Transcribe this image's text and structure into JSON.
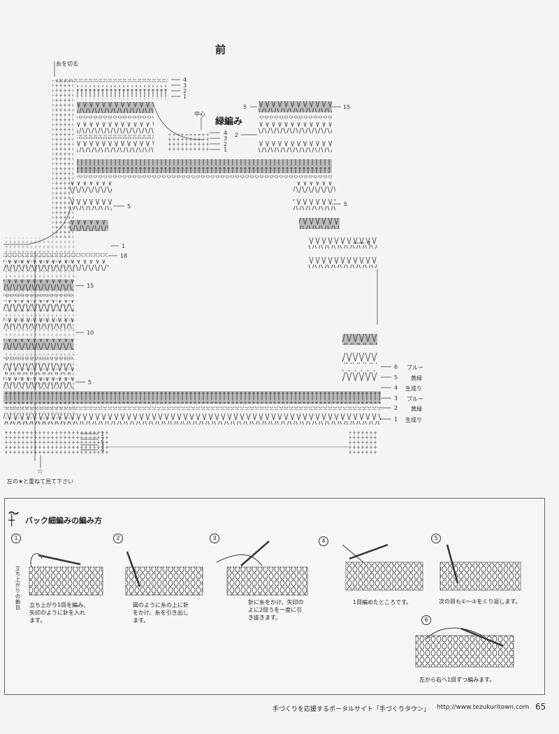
{
  "chart": {
    "title": "前",
    "cut_yarn": "糸を切る",
    "center": "中心",
    "section": "緑編み",
    "star_note": "左の★と重ねて見て下さい",
    "star_mark": "☆",
    "row_markers": {
      "top_left": [
        "4",
        "3",
        "2",
        "1"
      ],
      "mid_center": [
        "4",
        "3",
        "2",
        "1"
      ],
      "right_top_5": "5",
      "right_top_15": "15",
      "right_top_2": "2",
      "left_5": "5",
      "right_5": "5",
      "left_1": "1",
      "right_1": "1",
      "left_18": "18",
      "left_15": "15",
      "left_10": "10",
      "left_5b": "5",
      "bottom": [
        "1",
        "2",
        "3",
        "4"
      ]
    },
    "color_rows": [
      {
        "num": "6",
        "color": "ブルー"
      },
      {
        "num": "5",
        "color": "黄緑"
      },
      {
        "num": "4",
        "color": "生成り"
      },
      {
        "num": "3",
        "color": "ブルー"
      },
      {
        "num": "2",
        "color": "黄緑"
      },
      {
        "num": "1",
        "color": "生成り"
      }
    ]
  },
  "instructions": {
    "icon": "〜\n┼",
    "title": "バック細編みの編み方",
    "side_label": "立ち上がりの鎖目",
    "steps": [
      {
        "num": "1",
        "text": "立ち上がり1目を編み、\n矢印のように針を入れ\nます。"
      },
      {
        "num": "2",
        "text": "図のように糸の上に針\nをかけ、糸を引き出し\nます。"
      },
      {
        "num": "3",
        "text": "針に糸をかけ、矢印の\nよに2目うを一度に引\nき抜きます。"
      },
      {
        "num": "4",
        "text": "1目編めたところです。"
      },
      {
        "num": "5",
        "text": "次の目も①〜②をくり返します。"
      },
      {
        "num": "6",
        "text": "左から右へ1目ずつ編みます。"
      }
    ]
  },
  "footer": {
    "portal": "手づくりを応援するポータルサイト「手づくりタウン」",
    "url": "http://www.tezukuritown.com",
    "page": "65"
  }
}
